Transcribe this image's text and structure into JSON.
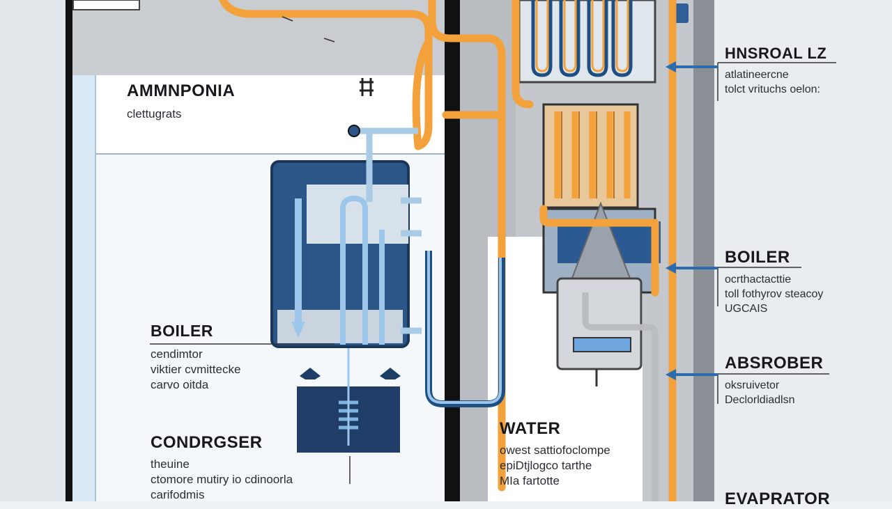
{
  "colors": {
    "pipe_orange": "#f3a13a",
    "pipe_blue": "#a9cbe6",
    "tank_navy": "#274d7c",
    "wall_black": "#111111",
    "panel_gray": "#bfc3c8",
    "background": "#eef1f4"
  },
  "labels": {
    "ammonia": {
      "title": "AMMNPONIA",
      "lines": [
        "clettugrats"
      ]
    },
    "boiler_left": {
      "title": "BOILER",
      "lines": [
        "cendimtor",
        "viktier cvmittecke",
        "carvo oitda"
      ]
    },
    "condenser": {
      "title": "CONDRGSER",
      "lines": [
        "theuine",
        "ctomore mutiry io cdinoorla",
        "carifodmis"
      ]
    },
    "water": {
      "title": "WATER",
      "lines": [
        "owest sattiofoclompe",
        "epiDtjlogco tarthe",
        "MIa fartotte"
      ]
    },
    "hnsroal": {
      "title": "HNSROAL LZ",
      "lines": [
        "atlatineercne",
        "tolct vrituchs oelon:"
      ]
    },
    "boiler_right": {
      "title": "BOILER",
      "lines": [
        "ocrthactacttie",
        "toll fothyrov steacoy",
        "UGCAIS"
      ]
    },
    "absrober": {
      "title": "ABSROBER",
      "lines": [
        "oksruivetor",
        "Declorldiadlsn"
      ]
    },
    "evaprator": {
      "title": "EVAPRATOR",
      "lines": []
    }
  },
  "icons": [
    "arrow-left-icon",
    "arrow-left-icon",
    "arrow-left-icon",
    "bracket-icon"
  ]
}
